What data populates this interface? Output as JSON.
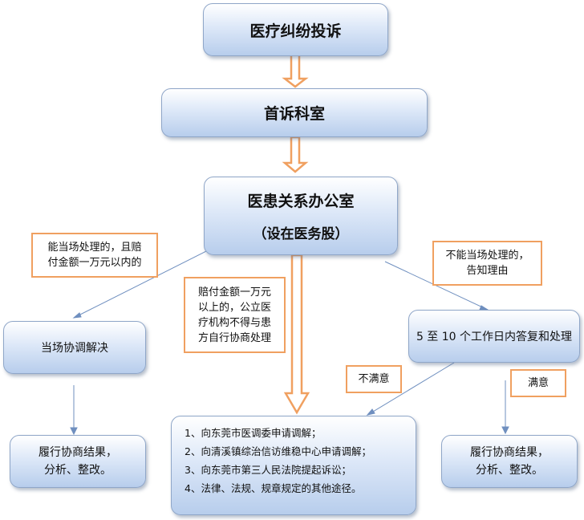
{
  "nodes": {
    "complaint": "医疗纠纷投诉",
    "first_office": "首诉科室",
    "relations_office": "医患关系办公室",
    "relations_office_sub": "（设在医务股）",
    "onsite": "当场协调解决",
    "followup_left": "履行协商结果，\n分析、整改。",
    "reply": "5 至 10 个工作日内答复和处理",
    "followup_right": "履行协商结果，\n分析、整改。",
    "options": [
      "1、向东莞市医调委申请调解；",
      "2、向清溪镇综治信访维稳中心申请调解；",
      "3、向东莞市第三人民法院提起诉讼；",
      "4、法律、法规、规章规定的其他途径。"
    ]
  },
  "notes": {
    "can_handle": "能当场处理的，且赔\n付金额一万元以内的",
    "over_limit": "赔付金额一万元\n以上的，公立医\n疗机构不得与患\n方自行协商处理",
    "cannot_handle": "不能当场处理的，\n告知理由",
    "dissatisfied": "不满意",
    "satisfied": "满意"
  },
  "colors": {
    "arrow_orange": "#f0a060",
    "line_blue": "#6f8fbf",
    "node_border": "#8fa6c8"
  }
}
